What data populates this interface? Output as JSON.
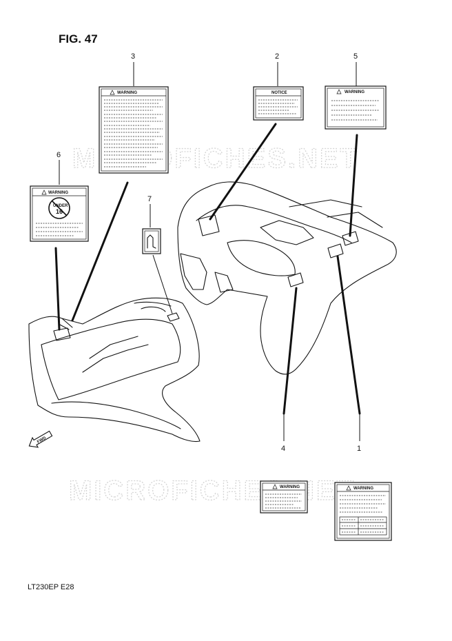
{
  "figure": {
    "title": "FIG. 47"
  },
  "watermark": {
    "text": "MICROFICHES.NET"
  },
  "callouts": [
    "1",
    "2",
    "3",
    "4",
    "5",
    "6",
    "7"
  ],
  "labels": {
    "warning": "WARNING",
    "notice": "NOTICE",
    "under_line1": "UNDER",
    "under_line2": "16"
  },
  "direction": "FWD",
  "footer": "LT230EP  E28"
}
